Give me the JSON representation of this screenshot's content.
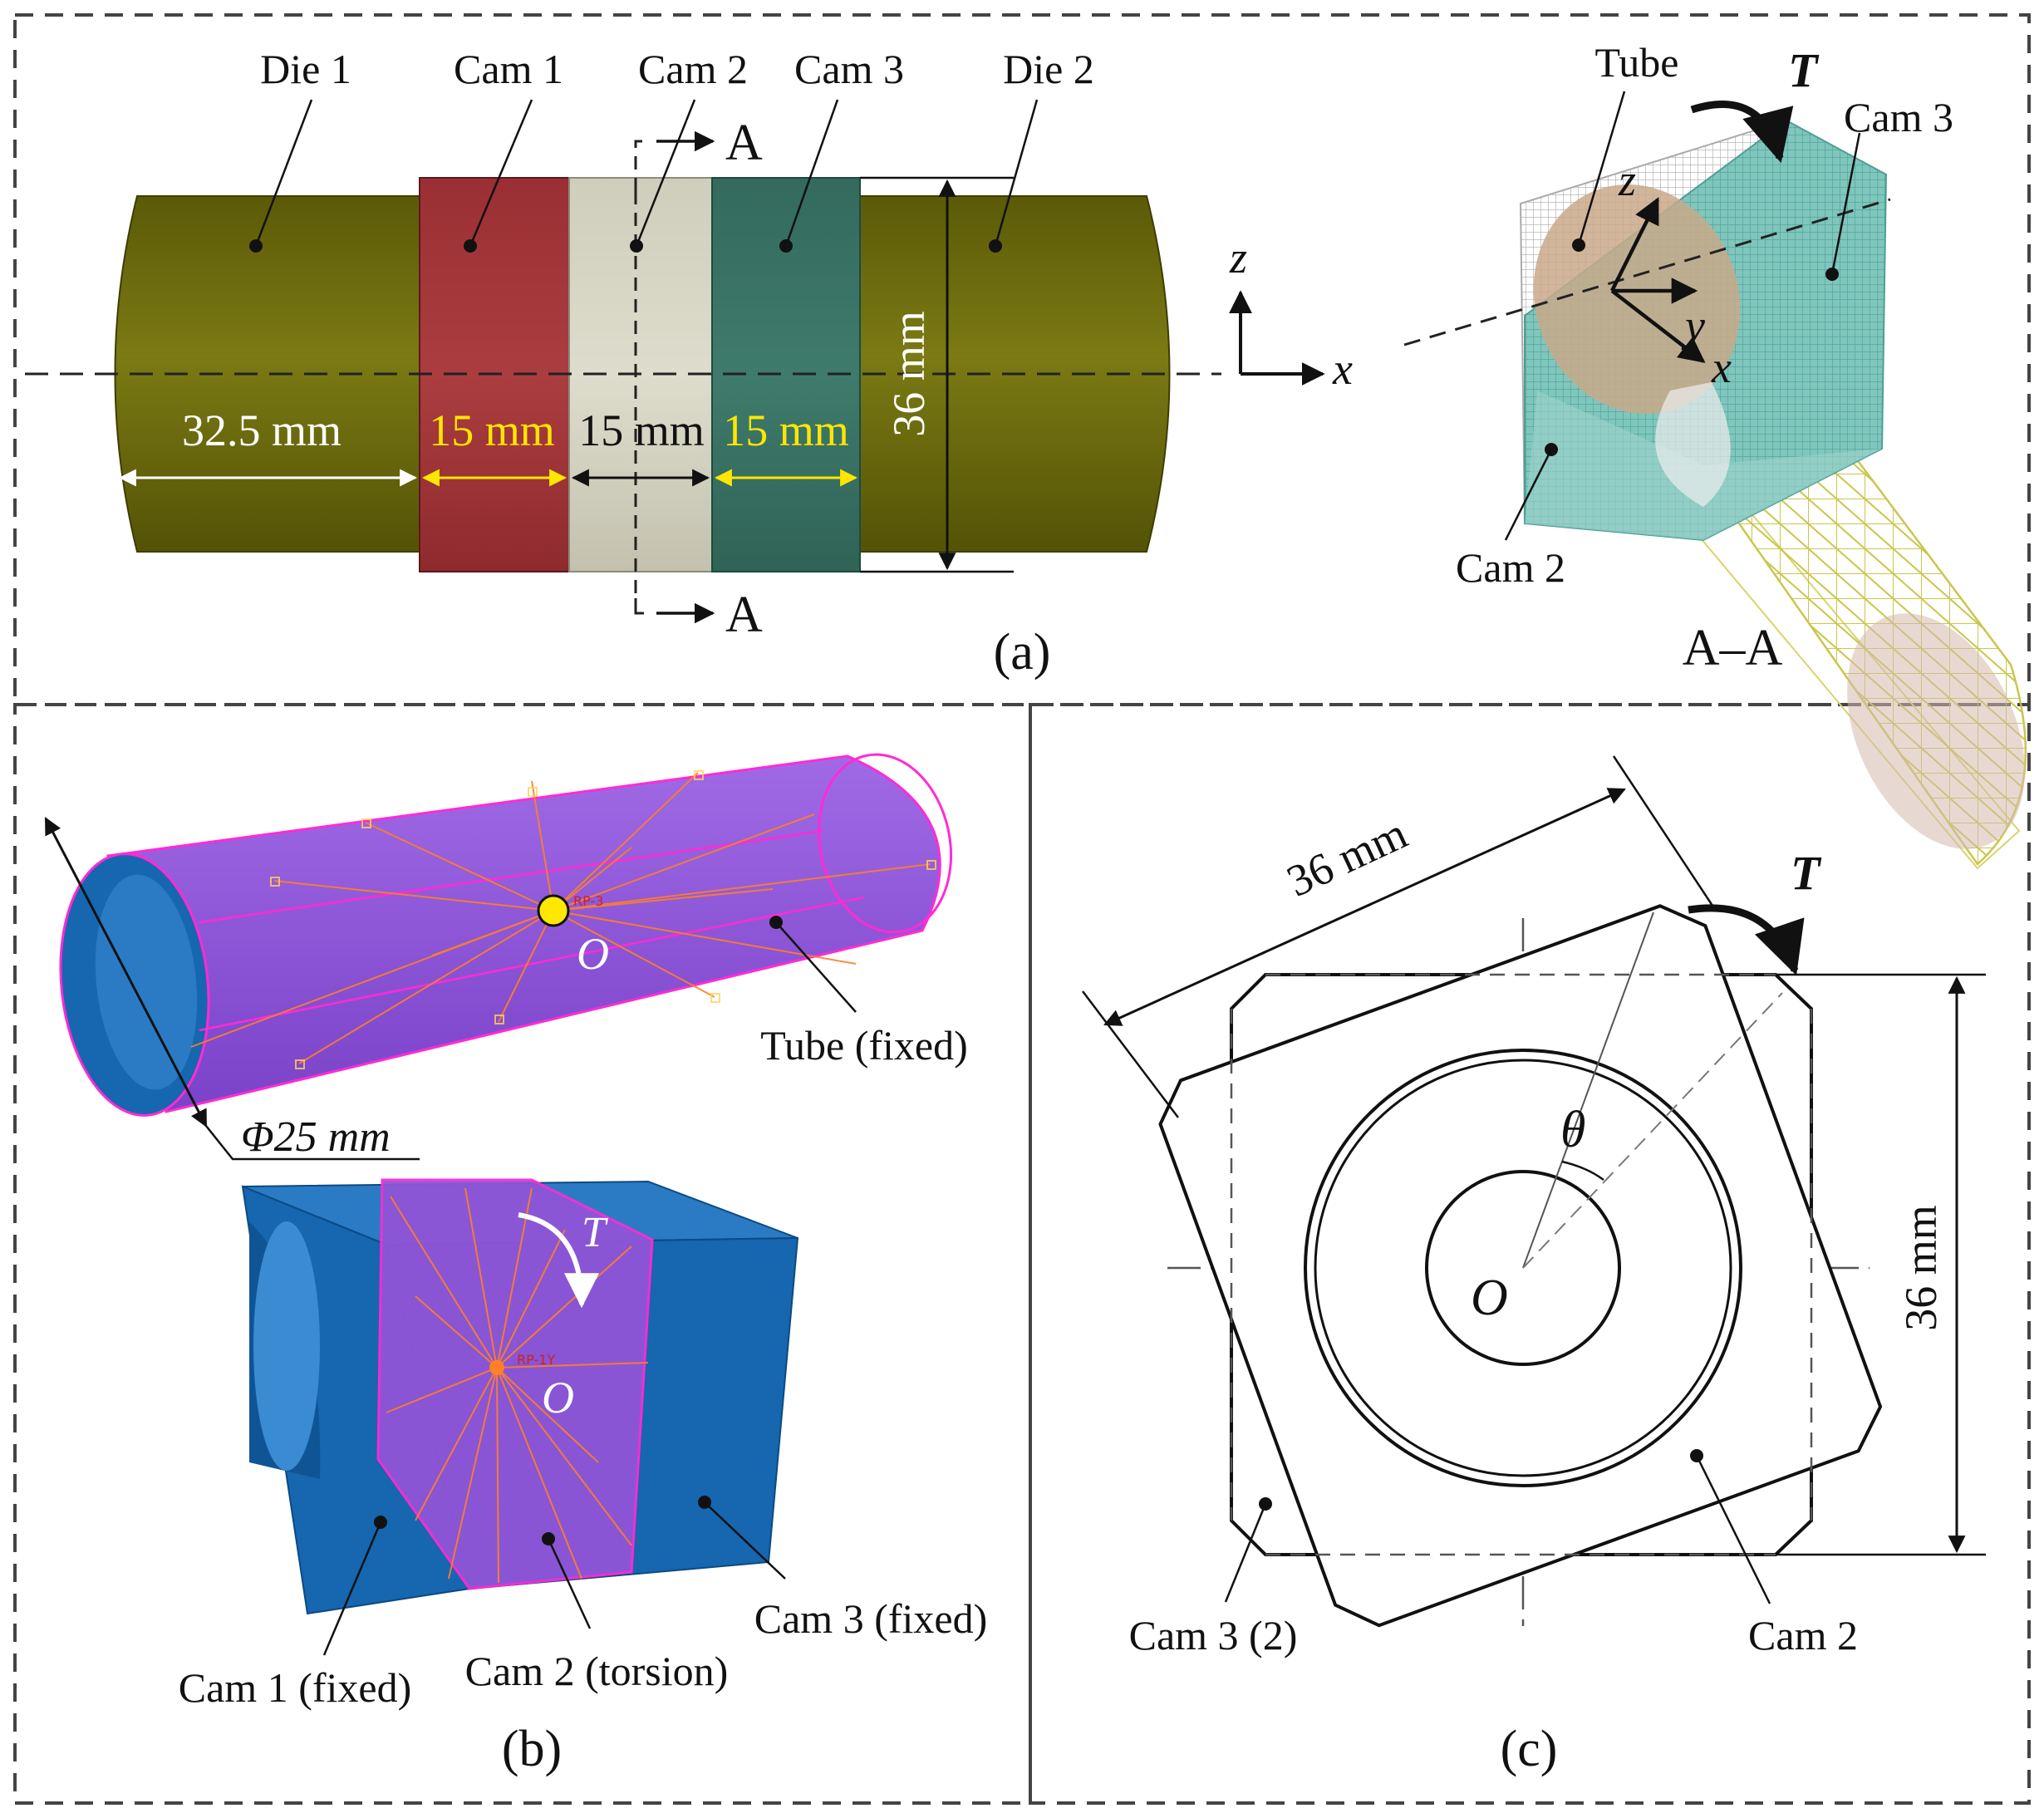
{
  "panel_a": {
    "caption": "(a)",
    "labels": {
      "die1": "Die 1",
      "cam1": "Cam 1",
      "cam2": "Cam 2",
      "cam3": "Cam 3",
      "die2": "Die 2",
      "section_top": "A",
      "section_bottom": "A",
      "dim_die": "32.5 mm",
      "dim_cam1": "15 mm",
      "dim_cam2": "15 mm",
      "dim_cam3": "15 mm",
      "dim_height": "36 mm",
      "axis_z": "z",
      "axis_x": "x"
    },
    "section_view": {
      "tube": "Tube",
      "torque": "T",
      "cam3": "Cam 3",
      "cam2": "Cam 2",
      "axis_z": "z",
      "axis_y": "y",
      "axis_x": "x",
      "title": "A–A"
    },
    "colors": {
      "die": "#6b6a0c",
      "cam1": "#a2373a",
      "cam2": "#d6d4c3",
      "cam3": "#3a7466",
      "dim_yellow": "#ffe600"
    }
  },
  "panel_b": {
    "caption": "(b)",
    "labels": {
      "tube": "Tube (fixed)",
      "origin_tube": "O",
      "diameter": "Φ25 mm",
      "torque": "T",
      "origin_cam": "O",
      "cam1": "Cam 1 (fixed)",
      "cam2": "Cam 2 (torsion)",
      "cam3": "Cam 3 (fixed)",
      "rp_tube": "RP-3",
      "rp_cam": "RP-1Y"
    },
    "colors": {
      "tube": "#8e55d8",
      "cam_blue": "#1666b0",
      "edge": "#ff2bd4",
      "ray": "#ff7f2a"
    }
  },
  "panel_c": {
    "caption": "(c)",
    "labels": {
      "dim_diag": "36 mm",
      "torque": "T",
      "dim_vert": "36 mm",
      "theta": "θ",
      "origin": "O",
      "cam3": "Cam 3 (2)",
      "cam2": "Cam 2"
    }
  }
}
